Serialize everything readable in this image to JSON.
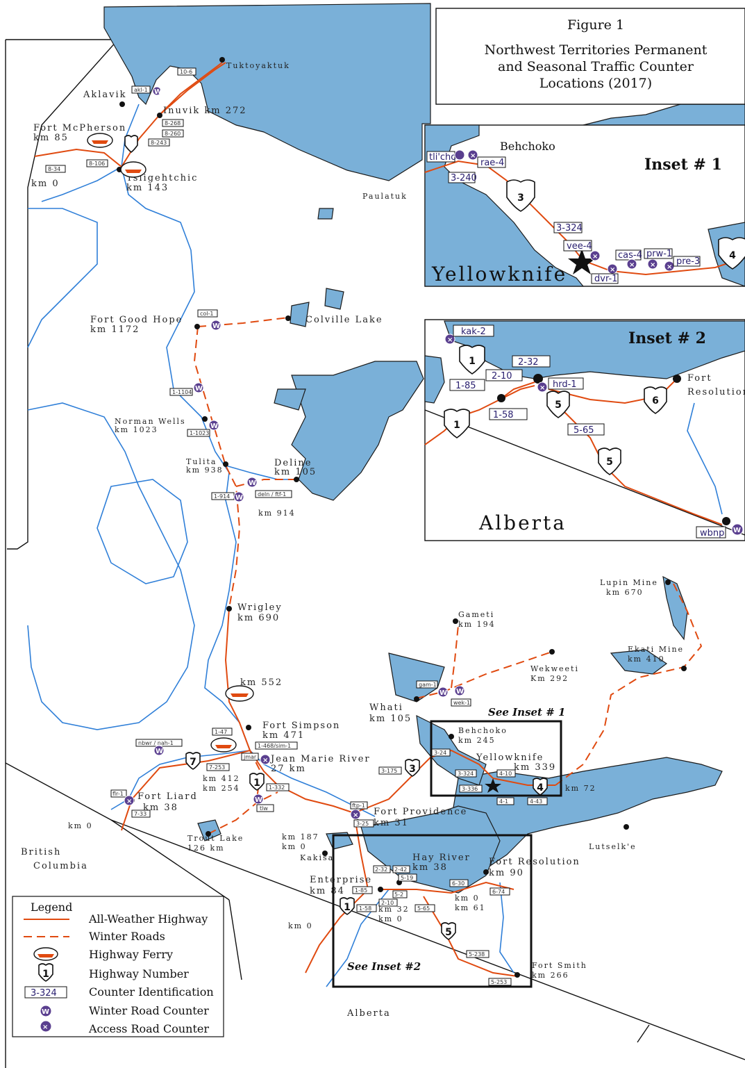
{
  "figure": {
    "label": "Figure 1",
    "title_line1": "Northwest Territories Permanent",
    "title_line2": "and Seasonal Traffic Counter",
    "title_line3": "Locations (2017)"
  },
  "places": {
    "tuktoyaktuk": "Tuktoyaktuk",
    "aklavik": "Aklavik",
    "inuvik": "Inuvik km 272",
    "fort_mcpherson": "Fort McPherson",
    "fort_mcpherson_km": "km 85",
    "km0_dempster": "km 0",
    "tsiigehtchic": "Tsiigehtchic",
    "tsiigehtchic_km": "km 143",
    "paulatuk": "Paulatuk",
    "fort_good_hope": "Fort Good Hope",
    "fort_good_hope_km": "km 1172",
    "colville_lake": "Colville Lake",
    "norman_wells": "Norman Wells",
    "norman_wells_km": "km 1023",
    "tulita": "Tulita",
    "tulita_km": "km 938",
    "deline": "Deline",
    "deline_km": "km 105",
    "km914": "km 914",
    "wrigley": "Wrigley",
    "wrigley_km": "km 690",
    "km552": "km 552",
    "fort_simpson": "Fort Simpson",
    "fort_simpson_km": "km 471",
    "jean_marie": "Jean Marie River",
    "jean_marie_km": "27 km",
    "km412": "km 412",
    "km254": "km 254",
    "fort_liard": "Fort Liard",
    "fort_liard_km": "km 38",
    "km0_liard": "km 0",
    "trout_lake": "Trout Lake",
    "trout_lake_km": "126 km",
    "british": "British",
    "columbia": "Columbia",
    "km187": "km 187",
    "km0_kakisa": "km 0",
    "kakisa": "Kakisa",
    "fort_providence": "Fort Providence",
    "fort_providence_km": "km 31",
    "hay_river": "Hay River",
    "hay_river_km": "km 38",
    "enterprise": "Enterprise",
    "enterprise_km": "km 84",
    "km32": "km 32",
    "km0_a": "km 0",
    "km0_b": "km 0",
    "km61": "km 61",
    "km0_c": "km 0",
    "fort_resolution": "Fort Resolution",
    "fort_resolution_km": "km 90",
    "fort_smith": "Fort Smith",
    "fort_smith_km": "km 266",
    "alberta_main": "Alberta",
    "lutselke": "Lutselk'e",
    "whati": "Whati",
    "whati_km": "km 105",
    "gameti": "Gameti",
    "gameti_km": "km 194",
    "wekweeti": "Wekweeti",
    "wekweeti_km": "Km 292",
    "behchoko": "Behchoko",
    "behchoko_km": "km 245",
    "yellowknife": "Yellowknife",
    "yellowknife_km": "km 339",
    "km72": "km 72",
    "lupin": "Lupin Mine",
    "lupin_km": "km 670",
    "ekati": "Ekati Mine",
    "ekati_km": "km 410"
  },
  "counters": {
    "c10_6": "10-6",
    "akl1": "akl-1",
    "c8_268": "8-268",
    "c8_260": "8-260",
    "c8_243": "8-243",
    "c8_106": "8-106",
    "c8_34": "8-34",
    "col1": "col-1",
    "c1_1104": "1-1104",
    "c1_1023": "1-1023",
    "c1_914": "1-914",
    "deln": "deln / ftf-1",
    "c1_47": "1-47",
    "c1_468": "1-468/sim-1",
    "jmar": "jmar",
    "c7_253": "7-253",
    "nbwr": "nbwr / nah-1",
    "flr": "flr-1",
    "c7_33": "7-33",
    "c1_332": "1-332",
    "tlw": "tlw",
    "c3_175": "3-175",
    "ftp": "ftp-1",
    "c3_25": "3-25",
    "c3_24": "3-24",
    "c3_32x": "3-324",
    "c3_336": "3-336",
    "c4_10": "4-10",
    "c4_1": "4-1",
    "c4_43": "4-43",
    "gam1": "gam-1",
    "wek1": "wek-1",
    "c2_32": "2-32",
    "c2_42": "2-42",
    "c5_19": "5-19",
    "c1_85": "1-85",
    "c5_2": "5-2",
    "c2_10": "2-10",
    "c1_58": "1-58",
    "c5_65": "5-65",
    "c6_30": "6-30",
    "c6_74": "6-74",
    "c5_238": "5-238",
    "c5_253": "5-253"
  },
  "inset1": {
    "title": "Inset # 1",
    "behchoko": "Behchoko",
    "yellowknife": "Yellowknife",
    "tlicho": "tli'cho",
    "rae4": "rae-4",
    "c3_240": "3-240",
    "c3_324": "3-324",
    "vee4": "vee-4",
    "cas4": "cas-4",
    "prw1": "prw-1",
    "pre3": "pre-3",
    "dvr1": "dvr-1"
  },
  "inset2": {
    "title": "Inset # 2",
    "fort_resolution": "Fort",
    "fort_resolution2": "Resolution",
    "alberta": "Alberta",
    "kak2": "kak-2",
    "c2_32": "2-32",
    "c2_10": "2-10",
    "c1_85": "1-85",
    "c1_58": "1-58",
    "hrd1": "hrd-1",
    "c5_65": "5-65",
    "wbnp": "wbnp"
  },
  "see_inset1": "See Inset # 1",
  "see_inset2": "See Inset #2",
  "legend": {
    "title": "Legend",
    "items": [
      "All-Weather Highway",
      "Winter Roads",
      "Highway Ferry",
      "Highway Number",
      "Counter Identification",
      "Winter Road Counter",
      "Access Road Counter"
    ],
    "sample_counter": "3-324",
    "sample_shield": "1"
  },
  "colors": {
    "water": "#7ab0d8",
    "river": "#2f7fd8",
    "highway": "#e04a10",
    "counter": "#5a3f8f"
  }
}
